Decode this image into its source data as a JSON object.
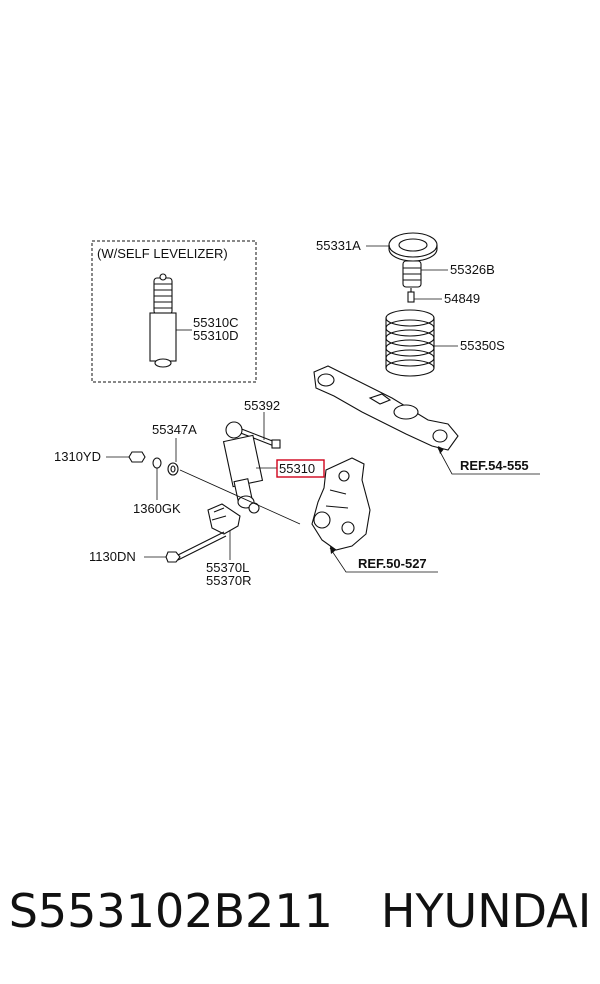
{
  "labels": {
    "self_levelizer_note": "(W/SELF LEVELIZER)",
    "p55310C": "55310C",
    "p55310D": "55310D",
    "p55331A": "55331A",
    "p55326B": "55326B",
    "p54849": "54849",
    "p55350S": "55350S",
    "p55392": "55392",
    "p55347A": "55347A",
    "p1310YD": "1310YD",
    "p55310": "55310",
    "p1360GK": "1360GK",
    "p1130DN": "1130DN",
    "p55370L": "55370L",
    "p55370R": "55370R",
    "ref_54_555": "REF.54-555",
    "ref_50_527": "REF.50-527"
  },
  "highlight_color": "#d0021b",
  "footer": {
    "part_number": "S553102B211",
    "brand": "HYUNDAI"
  }
}
